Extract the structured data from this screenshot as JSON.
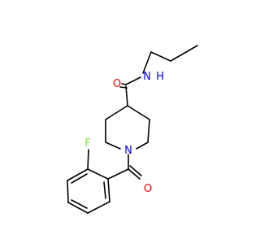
{
  "molecule": {
    "atoms": {
      "oxygen_amide": "O",
      "nitrogen_amide": "N",
      "hydrogen_amide": "H",
      "nitrogen_ring": "N",
      "oxygen_ketone": "O",
      "fluorine": "F"
    },
    "colors": {
      "bond": "#000000",
      "oxygen": "#ff0000",
      "nitrogen": "#0000ff",
      "fluorine": "#90e050",
      "background": "#ffffff"
    }
  }
}
